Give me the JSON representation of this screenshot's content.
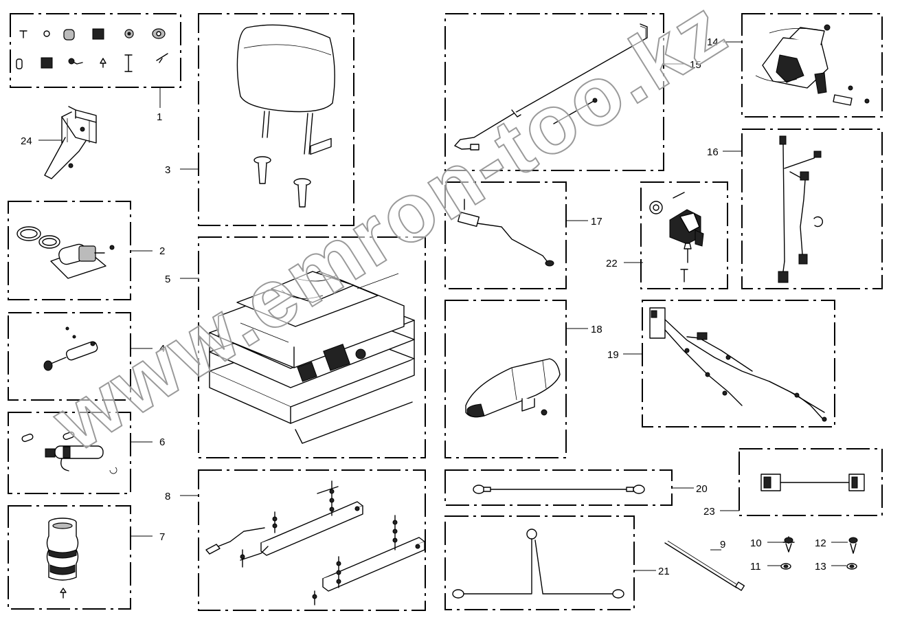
{
  "callouts": {
    "n1": "1",
    "n2": "2",
    "n3": "3",
    "n4": "4",
    "n5": "5",
    "n6": "6",
    "n7": "7",
    "n8": "8",
    "n9": "9",
    "n10": "10",
    "n11": "11",
    "n12": "12",
    "n13": "13",
    "n14": "14",
    "n15": "15",
    "n16": "16",
    "n17": "17",
    "n18": "18",
    "n19": "19",
    "n20": "20",
    "n21": "21",
    "n22": "22",
    "n23": "23",
    "n24": "24"
  },
  "watermark": "www.emron-too.kz"
}
